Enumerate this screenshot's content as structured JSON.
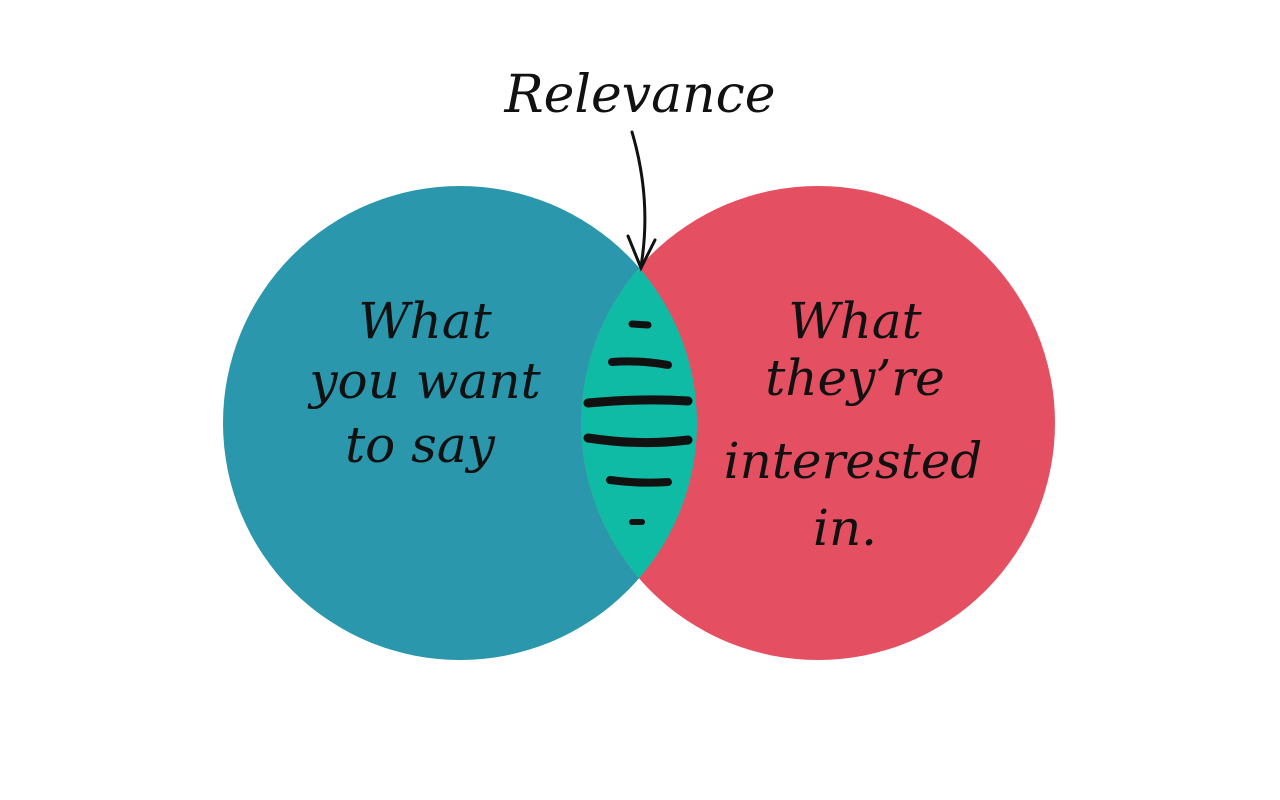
{
  "title": "Relevance",
  "left_circle": {
    "lines": [
      "What",
      "you want",
      "to say"
    ],
    "color": "#2a97ad"
  },
  "right_circle": {
    "lines": [
      "What",
      "they’re",
      "interested",
      "in."
    ],
    "color": "#e54f62"
  },
  "overlap": {
    "color": "#10bba5"
  }
}
